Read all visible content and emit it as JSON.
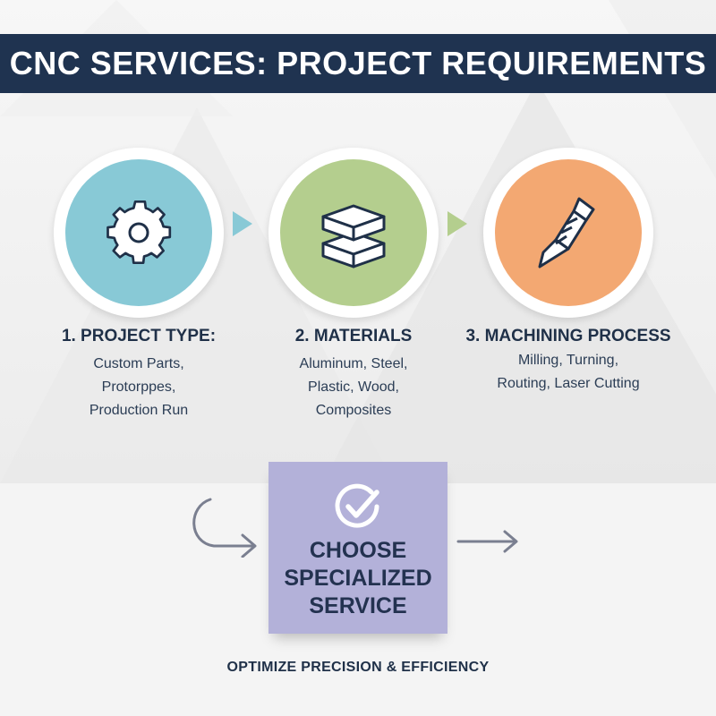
{
  "header": {
    "title": "CNC SERVICES: PROJECT REQUIREMENTS"
  },
  "colors": {
    "title_bar": "#1f3350",
    "step1": "#88c9d6",
    "step2": "#b4ce8e",
    "step3": "#f3a872",
    "choose_box": "#b3b1d9",
    "icon_stroke": "#1f3048",
    "arrow": "#7a7f90"
  },
  "steps": [
    {
      "label": "1. PROJECT TYPE:",
      "icon": "gear-icon",
      "desc_lines": [
        "Custom Parts,",
        "Protorppes,",
        "Production Run"
      ]
    },
    {
      "label": "2. MATERIALS",
      "icon": "material-blocks-icon",
      "desc_lines": [
        "Aluminum, Steel,",
        "Plastic, Wood,",
        "Composites"
      ]
    },
    {
      "label": "3. MACHINING PROCESS",
      "icon": "drill-bit-icon",
      "desc_lines": [
        "Milling, Turning,",
        "Routing, Laser Cutting"
      ]
    }
  ],
  "choose": {
    "icon": "checkmark-circle-icon",
    "lines": [
      "CHOOSE",
      "SPECIALIZED",
      "SERVICE"
    ]
  },
  "tagline": "OPTIMIZE PRECISION & EFFICIENCY"
}
